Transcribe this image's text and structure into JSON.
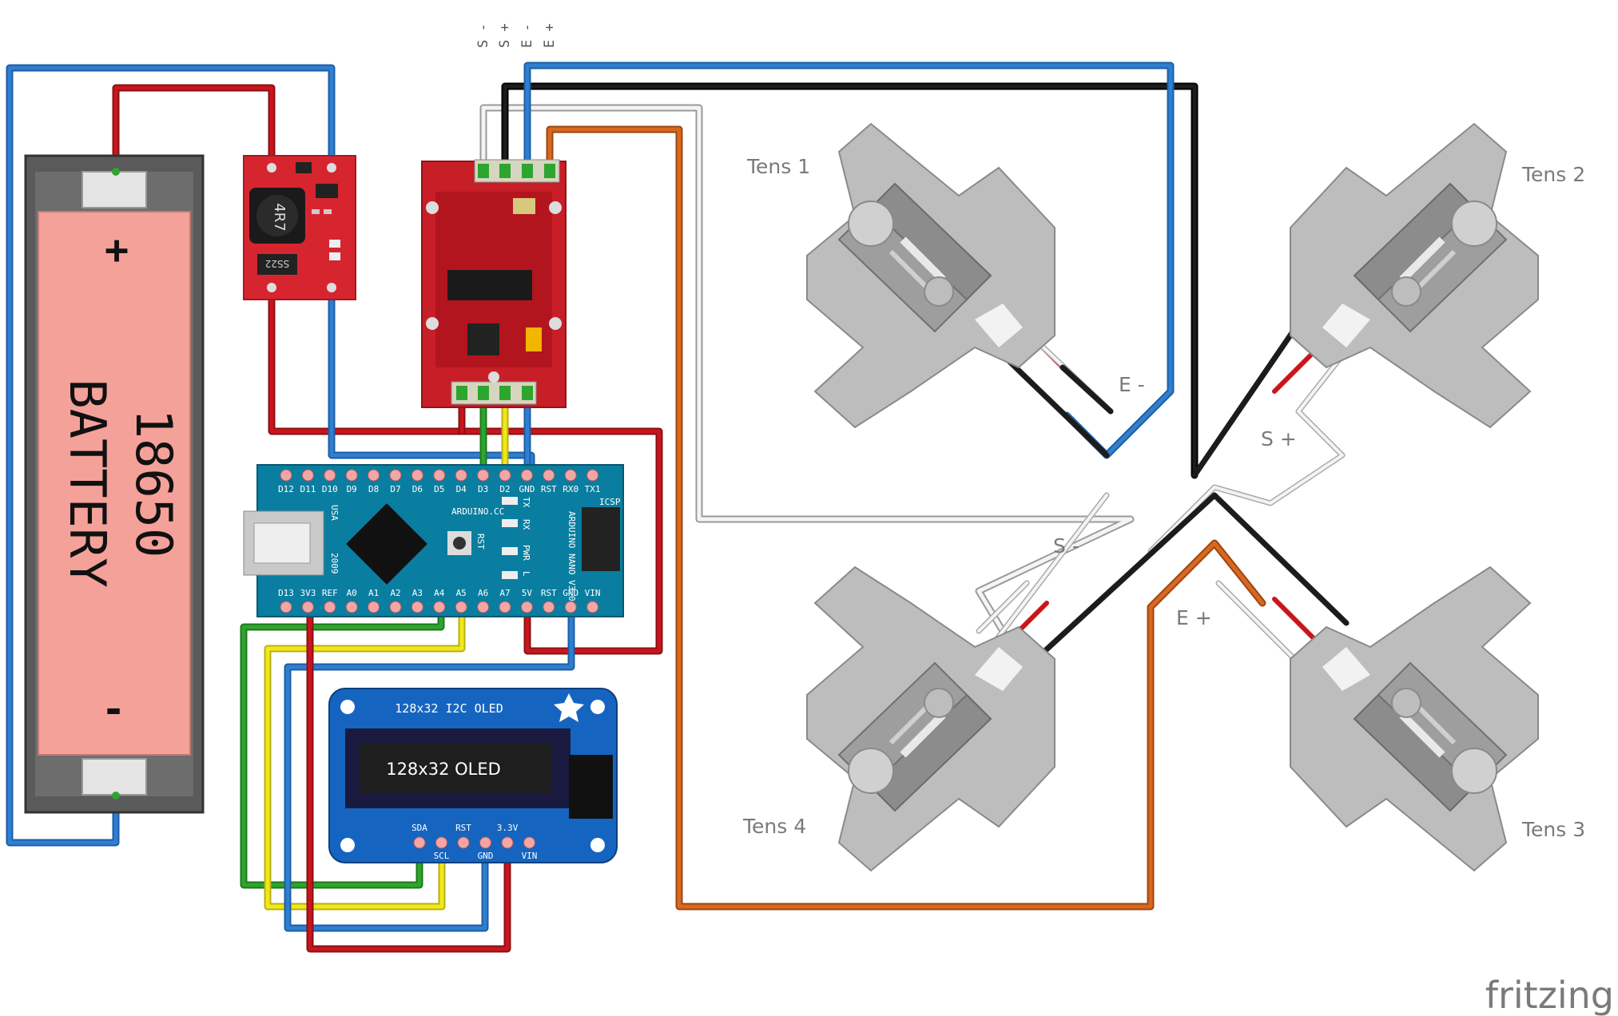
{
  "battery": {
    "name_line1": "18650",
    "name_line2": "BATTERY",
    "plus": "+",
    "minus": "-"
  },
  "converter": {
    "inductor": "4R7",
    "diode": "SS22"
  },
  "hx711": {
    "pins_top": [
      "S -",
      "S +",
      "E -",
      "E +"
    ]
  },
  "arduino": {
    "brand": "ARDUINO.CC",
    "model": "ARDUINO NANO V3.0",
    "usa": "USA",
    "year": "2009",
    "rst": "RST",
    "icsp": "ICSP",
    "leds": [
      "TX",
      "RX",
      "PWR",
      "L"
    ],
    "pins_top": [
      "D12",
      "D11",
      "D10",
      "D9",
      "D8",
      "D7",
      "D6",
      "D5",
      "D4",
      "D3",
      "D2",
      "GND",
      "RST",
      "RX0",
      "TX1"
    ],
    "pins_bottom": [
      "D13",
      "3V3",
      "REF",
      "A0",
      "A1",
      "A2",
      "A3",
      "A4",
      "A5",
      "A6",
      "A7",
      "5V",
      "RST",
      "GND",
      "VIN"
    ]
  },
  "oled": {
    "board_title": "128x32 I2C OLED",
    "screen_text": "128x32 OLED",
    "pins": [
      "SDA",
      "SCL",
      "RST",
      "GND",
      "3.3V",
      "VIN"
    ]
  },
  "load_cells": [
    "Tens 1",
    "Tens 2",
    "Tens 3",
    "Tens 4"
  ],
  "bus_labels": {
    "e_minus": "E -",
    "s_plus": "S +",
    "s_minus": "S -",
    "e_plus": "E +"
  },
  "logo": "fritzing",
  "colors": {
    "red": "#c8161d",
    "blue": "#2f7fd0",
    "black": "#1c1c1c",
    "white_wire": "#d8d8d8",
    "orange": "#d9681f",
    "green": "#2ea52e",
    "yellow": "#f0e81c",
    "board_red": "#d7252f",
    "nano_blue": "#0a7ea0",
    "oled_blue": "#1565c0"
  }
}
